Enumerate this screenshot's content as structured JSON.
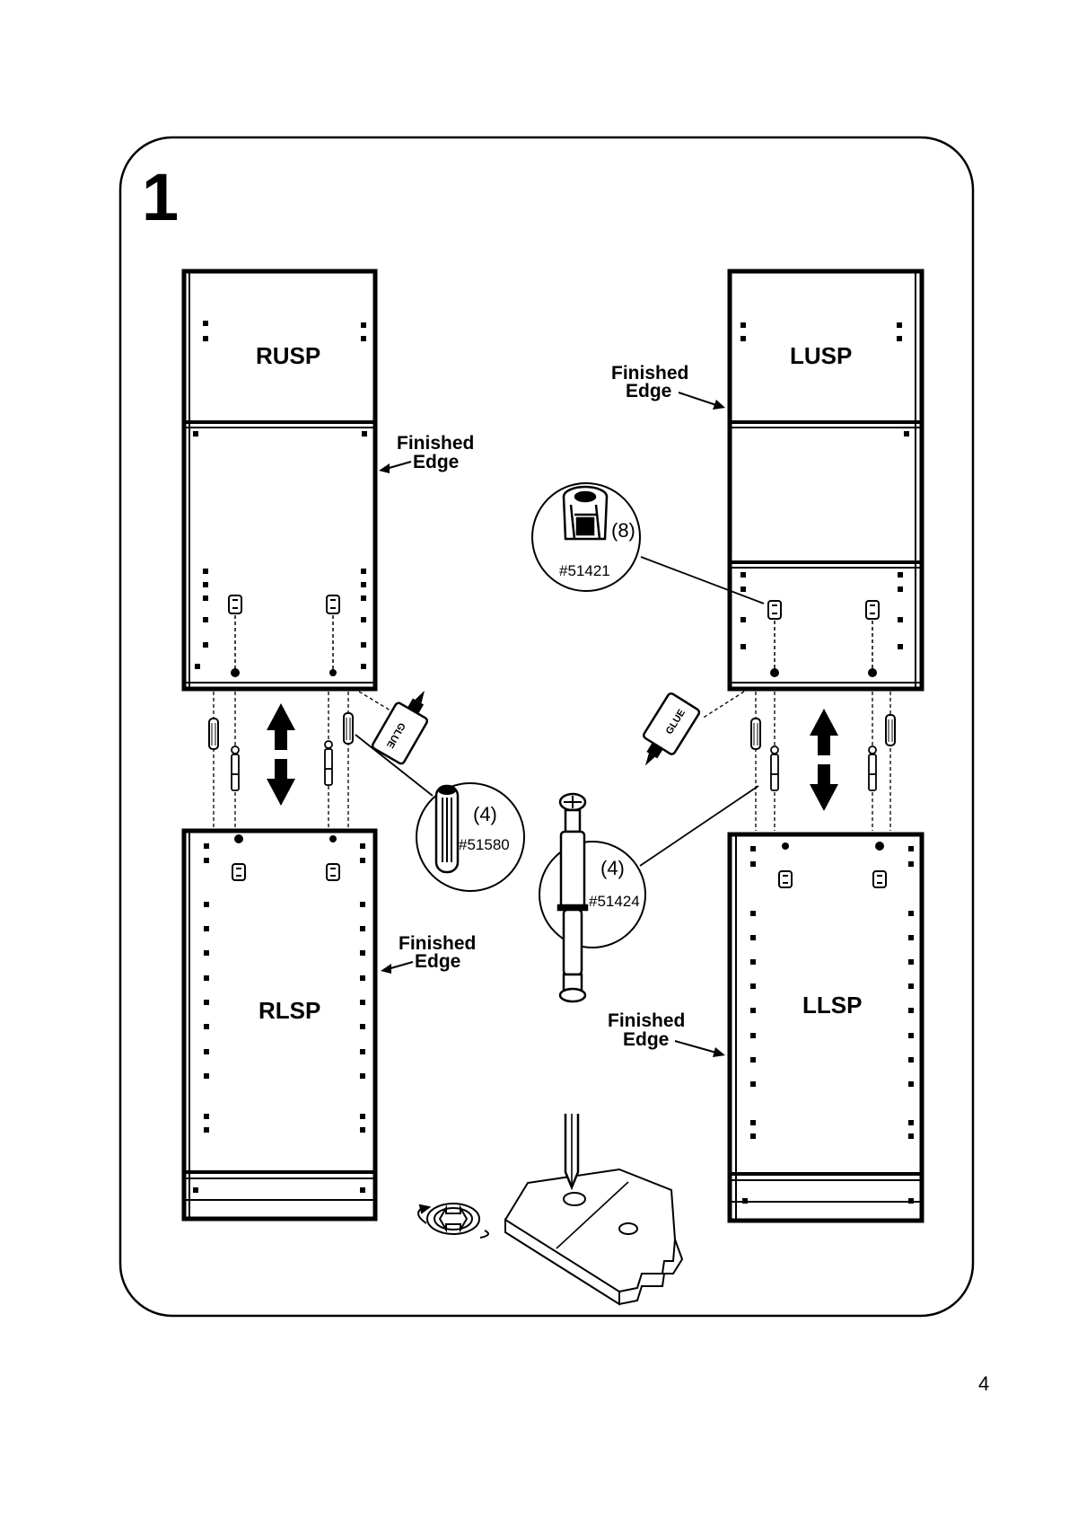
{
  "step_number": "1",
  "page_number": "4",
  "panels": {
    "rusp": "RUSP",
    "lusp": "LUSP",
    "rlsp": "RLSP",
    "llsp": "LLSP"
  },
  "finished_edge": {
    "line1": "Finished",
    "line2": "Edge"
  },
  "parts": {
    "cam_lock": {
      "qty": "(8)",
      "code": "#51421"
    },
    "dowel": {
      "qty": "(4)",
      "code": "#51580"
    },
    "cam_bolt": {
      "qty": "(4)",
      "code": "#51424"
    }
  },
  "glue_label": "GLUE",
  "icons": [
    "glue-bottle-icon",
    "cam-lock-icon",
    "dowel-icon",
    "cam-bolt-icon",
    "screwdriver-icon",
    "phillips-screw-icon",
    "up-down-arrow-icon"
  ]
}
